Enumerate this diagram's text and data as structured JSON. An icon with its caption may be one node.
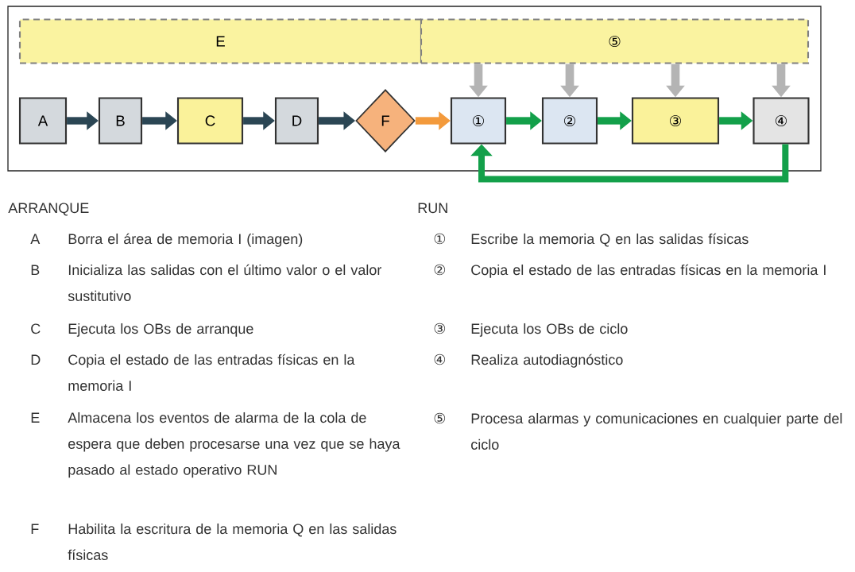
{
  "diagram": {
    "nodes": [
      {
        "text": [
          "E"
        ]
      },
      {
        "text": [
          "⑤"
        ]
      },
      {
        "text": [
          "A"
        ]
      },
      {
        "text": [
          "B"
        ]
      },
      {
        "text": [
          "C"
        ]
      },
      {
        "text": [
          "D"
        ]
      },
      {
        "text": [
          "F"
        ]
      },
      {
        "text": [
          "①"
        ]
      },
      {
        "text": [
          "②"
        ]
      },
      {
        "text": [
          "③"
        ]
      },
      {
        "text": [
          "④"
        ]
      }
    ],
    "edges": [
      {
        "from": 2,
        "to": 3,
        "arrow": "to",
        "color": "#2b4654"
      },
      {
        "from": 3,
        "to": 4,
        "arrow": "to",
        "color": "#2b4654"
      },
      {
        "from": 4,
        "to": 5,
        "arrow": "to",
        "color": "#2b4654"
      },
      {
        "from": 5,
        "to": 6,
        "arrow": "to",
        "color": "#2b4654"
      },
      {
        "from": 6,
        "to": 7,
        "arrow": "to",
        "color": "#f39a3c"
      },
      {
        "from": 7,
        "to": 8,
        "arrow": "to",
        "color": "#13a04a"
      },
      {
        "from": 8,
        "to": 9,
        "arrow": "to",
        "color": "#13a04a"
      },
      {
        "from": 9,
        "to": 10,
        "arrow": "to",
        "color": "#13a04a"
      },
      {
        "from": 10,
        "to": 7,
        "arrow": "to",
        "color": "#13a04a"
      },
      {
        "from": 1,
        "to": 7,
        "arrow": "to",
        "color": "#b4b4b4"
      },
      {
        "from": 1,
        "to": 8,
        "arrow": "to",
        "color": "#b4b4b4"
      },
      {
        "from": 1,
        "to": 9,
        "arrow": "to",
        "color": "#b4b4b4"
      },
      {
        "from": 1,
        "to": 10,
        "arrow": "to",
        "color": "#b4b4b4"
      }
    ],
    "labels": [
      "ARRANQUE",
      "A",
      "Borra el área de memoria I (imagen)",
      "B",
      "Inicializa las salidas con el último valor o el valor sustitutivo",
      "C",
      "Ejecuta los OBs de arranque",
      "D",
      "Copia el estado de las entradas físicas en la memoria I",
      "E",
      "Almacena los eventos de alarma de la cola de espera que deben procesarse una vez que se haya pasado al estado operativo RUN",
      "F",
      "Habilita la escritura de la memoria Q en las salidas físicas",
      "RUN",
      "①",
      "Escribe la memoria Q en las salidas físicas",
      "②",
      "Copia el estado de las entradas físicas en la memoria I",
      "③",
      "Ejecuta los OBs de ciclo",
      "④",
      "Realiza autodiagnóstico",
      "⑤",
      "Procesa alarmas y comunicaciones en cualquier parte del ciclo"
    ]
  }
}
